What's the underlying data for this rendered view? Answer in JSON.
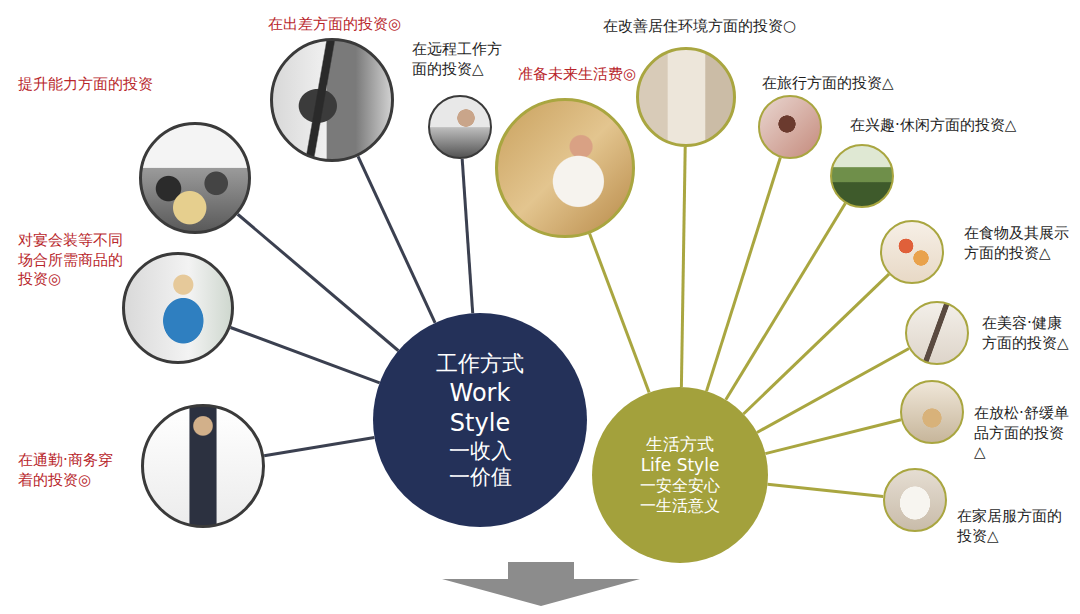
{
  "diagram": {
    "nodes": [
      {
        "text": [
          "工作方式",
          "Work Style",
          "一收入",
          "一价值"
        ]
      },
      {
        "text": [
          "提升能力方面的投资"
        ]
      },
      {
        "text": [
          "在出差方面的投资◎"
        ]
      },
      {
        "text": [
          "在远程工作方面的投资△"
        ]
      },
      {
        "text": [
          "对宴会装等不同场合所需商品的投资◎"
        ]
      },
      {
        "text": [
          "在通勤·商务穿着的投资◎"
        ]
      },
      {
        "text": [
          "生活方式",
          "Life Style",
          "一安全安心",
          "一生活意义"
        ]
      },
      {
        "text": [
          "准备未来生活费◎"
        ]
      },
      {
        "text": [
          "在改善居住环境方面的投资○"
        ]
      },
      {
        "text": [
          "在旅行方面的投资△"
        ]
      },
      {
        "text": [
          "在兴趣·休闲方面的投资△"
        ]
      },
      {
        "text": [
          "在食物及其展示方面的投资△"
        ]
      },
      {
        "text": [
          "在美容·健康方面的投资△"
        ]
      },
      {
        "text": [
          "在放松·舒缓单品方面的投资△"
        ]
      },
      {
        "text": [
          "在家居服方面的投资△"
        ]
      }
    ],
    "edges": [
      {
        "from": 0,
        "to": 1,
        "arrow": "none"
      },
      {
        "from": 0,
        "to": 2,
        "arrow": "none"
      },
      {
        "from": 0,
        "to": 3,
        "arrow": "none"
      },
      {
        "from": 0,
        "to": 4,
        "arrow": "none"
      },
      {
        "from": 0,
        "to": 5,
        "arrow": "none"
      },
      {
        "from": 6,
        "to": 7,
        "arrow": "none"
      },
      {
        "from": 6,
        "to": 8,
        "arrow": "none"
      },
      {
        "from": 6,
        "to": 9,
        "arrow": "none"
      },
      {
        "from": 6,
        "to": 10,
        "arrow": "none"
      },
      {
        "from": 6,
        "to": 11,
        "arrow": "none"
      },
      {
        "from": 6,
        "to": 12,
        "arrow": "none"
      },
      {
        "from": 6,
        "to": 13,
        "arrow": "none"
      },
      {
        "from": 6,
        "to": 14,
        "arrow": "none"
      }
    ]
  }
}
